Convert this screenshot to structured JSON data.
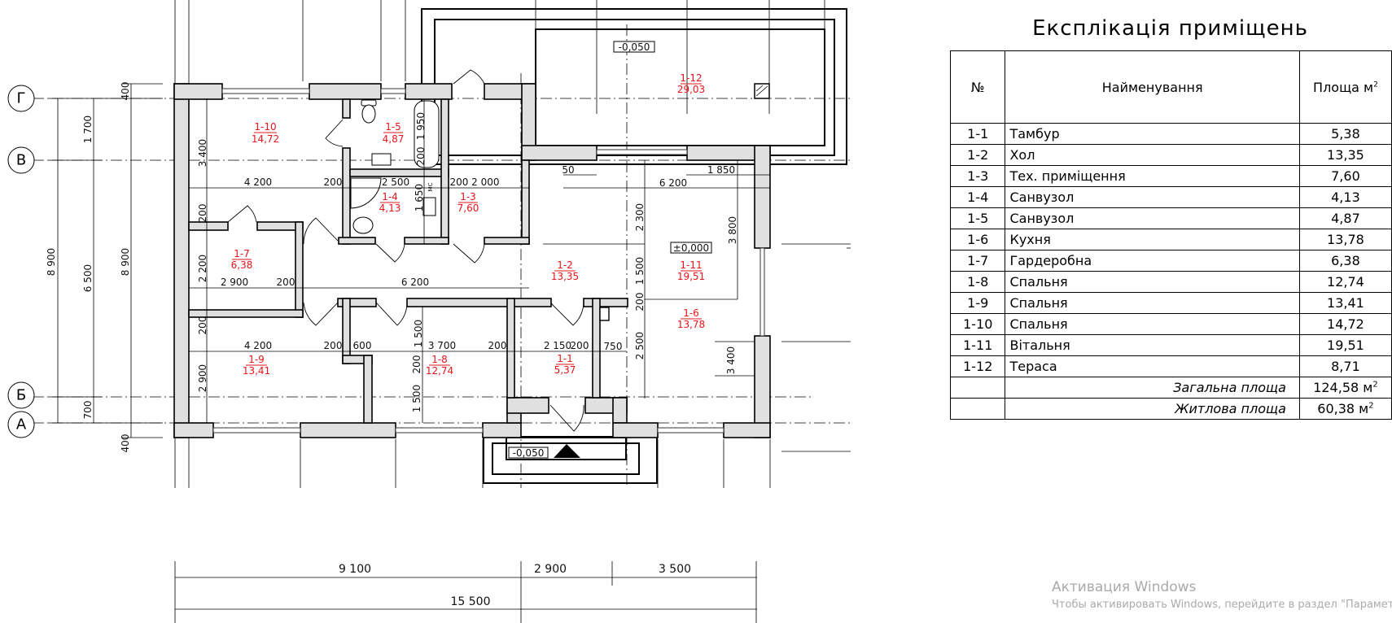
{
  "explication": {
    "title": "Експлікація приміщень",
    "headers": {
      "number": "№",
      "name": "Найменування",
      "area": "Площа м",
      "area_sup": "2"
    },
    "rows": [
      {
        "no": "1-1",
        "name": "Тамбур",
        "area": "5,38"
      },
      {
        "no": "1-2",
        "name": "Хол",
        "area": "13,35"
      },
      {
        "no": "1-3",
        "name": "Тех. приміщення",
        "area": "7,60"
      },
      {
        "no": "1-4",
        "name": "Санвузол",
        "area": "4,13"
      },
      {
        "no": "1-5",
        "name": "Санвузол",
        "area": "4,87"
      },
      {
        "no": "1-6",
        "name": "Кухня",
        "area": "13,78"
      },
      {
        "no": "1-7",
        "name": "Гардеробна",
        "area": "6,38"
      },
      {
        "no": "1-8",
        "name": "Спальня",
        "area": "12,74"
      },
      {
        "no": "1-9",
        "name": "Спальня",
        "area": "13,41"
      },
      {
        "no": "1-10",
        "name": "Спальня",
        "area": "14,72"
      },
      {
        "no": "1-11",
        "name": "Вітальня",
        "area": "19,51"
      },
      {
        "no": "1-12",
        "name": "Тераса",
        "area": "8,71"
      }
    ],
    "totals": [
      {
        "label": "Загальна площа",
        "value": "124,58 м",
        "sup": "2"
      },
      {
        "label": "Житлова площа",
        "value": "60,38 м",
        "sup": "2"
      }
    ]
  },
  "plan": {
    "axes": [
      "Г",
      "В",
      "Б",
      "А"
    ],
    "rooms": [
      {
        "id": "1-10",
        "area": "14,72"
      },
      {
        "id": "1-5",
        "area": "4,87"
      },
      {
        "id": "1-4",
        "area": "4,13"
      },
      {
        "id": "1-3",
        "area": "7,60"
      },
      {
        "id": "1-7",
        "area": "6,38"
      },
      {
        "id": "1-9",
        "area": "13,41"
      },
      {
        "id": "1-8",
        "area": "12,74"
      },
      {
        "id": "1-2",
        "area": "13,35"
      },
      {
        "id": "1-11",
        "area": "19,51"
      },
      {
        "id": "1-6",
        "area": "13,78"
      },
      {
        "id": "1-1",
        "area": "5,37"
      },
      {
        "id": "1-12",
        "area": "29,03"
      }
    ],
    "levels": {
      "terrace": "-0,050",
      "floor": "±0,000",
      "porch": "-0,050"
    },
    "fixture_label": "МС",
    "dims": [
      "1 950",
      "200",
      "3 400",
      "4 200",
      "200",
      "2 500",
      "1 650",
      "200 2 000",
      "200",
      "2 200",
      "2 900",
      "200",
      "6 200",
      "200",
      "4 200",
      "200",
      "600",
      "1 500",
      "3 700",
      "200",
      "200",
      "2 900",
      "1 500",
      "50",
      "1 850",
      "6 200",
      "2 300",
      "3 800",
      "1 500",
      "200",
      "2 150",
      "200",
      "750",
      "2 500",
      "3 400"
    ],
    "left_dims": {
      "overall": "8 900",
      "chain": [
        "1 700",
        "6 500",
        "700"
      ],
      "outer": [
        "400",
        "8 900",
        "400"
      ]
    },
    "bottom_dims": {
      "chain": [
        "9 100",
        "2 900",
        "3 500"
      ],
      "overall": "15 500"
    }
  },
  "watermark": {
    "line1": "Активация Windows",
    "line2": "Чтобы активировать Windows, перейдите в раздел \"Параметры\""
  }
}
